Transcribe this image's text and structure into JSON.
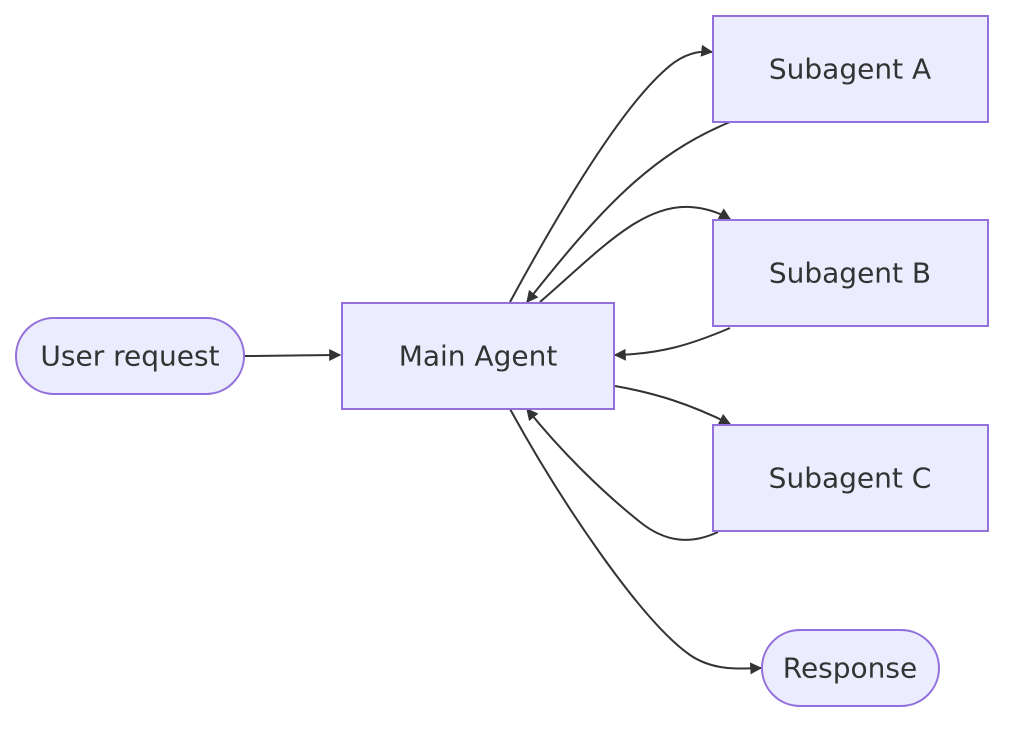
{
  "diagram": {
    "type": "flowchart",
    "direction": "left-to-right",
    "colors": {
      "node_fill": "#ECECFF",
      "node_stroke": "#9370DB",
      "edge": "#333333",
      "text": "#333333"
    },
    "nodes": {
      "user_request": {
        "label": "User request",
        "shape": "stadium"
      },
      "main_agent": {
        "label": "Main Agent",
        "shape": "rectangle"
      },
      "subagent_a": {
        "label": "Subagent A",
        "shape": "rectangle"
      },
      "subagent_b": {
        "label": "Subagent B",
        "shape": "rectangle"
      },
      "subagent_c": {
        "label": "Subagent C",
        "shape": "rectangle"
      },
      "response": {
        "label": "Response",
        "shape": "stadium"
      }
    },
    "edges": [
      {
        "from": "User request",
        "to": "Main Agent"
      },
      {
        "from": "Main Agent",
        "to": "Subagent A"
      },
      {
        "from": "Subagent A",
        "to": "Main Agent"
      },
      {
        "from": "Main Agent",
        "to": "Subagent B"
      },
      {
        "from": "Subagent B",
        "to": "Main Agent"
      },
      {
        "from": "Main Agent",
        "to": "Subagent C"
      },
      {
        "from": "Subagent C",
        "to": "Main Agent"
      },
      {
        "from": "Main Agent",
        "to": "Response"
      }
    ]
  }
}
